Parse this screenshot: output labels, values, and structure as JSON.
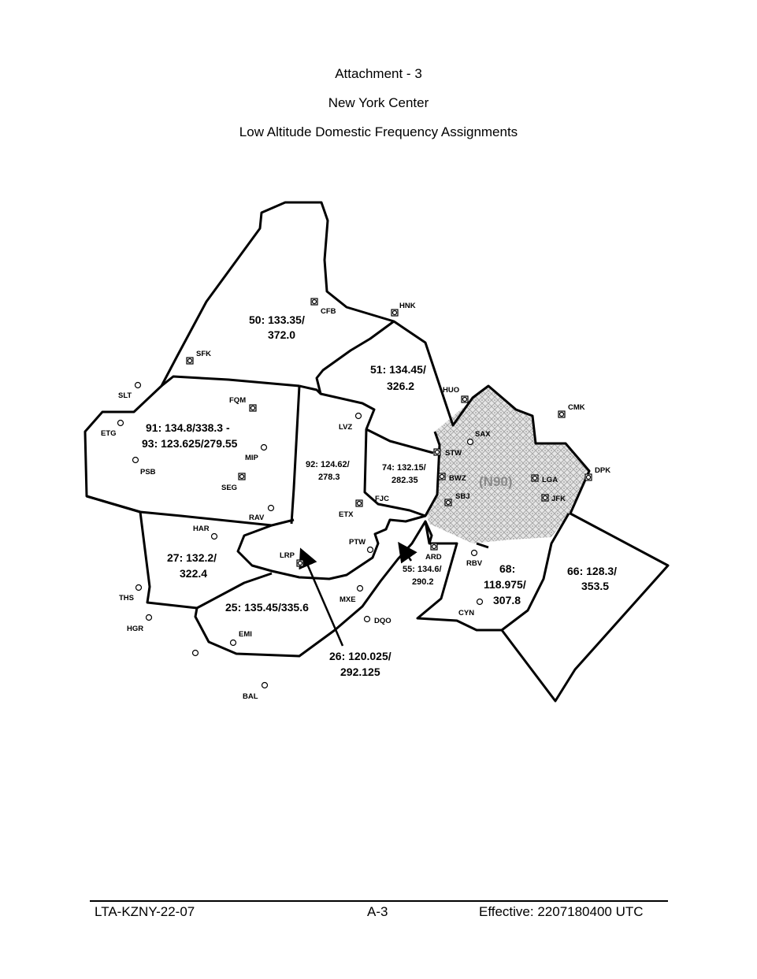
{
  "header": {
    "attachment": "Attachment - 3",
    "center": "New York Center",
    "subtitle": "Low Altitude Domestic Frequency Assignments"
  },
  "sectors": {
    "s50": {
      "line1": "50: 133.35/",
      "line2": "372.0"
    },
    "s51": {
      "line1": "51: 134.45/",
      "line2": "326.2"
    },
    "s91": {
      "line1": "91: 134.8/338.3 -",
      "line2": "93: 123.625/279.55"
    },
    "s92": {
      "line1": "92: 124.62/",
      "line2": "278.3"
    },
    "s74": {
      "line1": "74: 132.15/",
      "line2": "282.35"
    },
    "n90": {
      "label": "(N90)"
    },
    "s27": {
      "line1": "27: 132.2/",
      "line2": "322.4"
    },
    "s55": {
      "line1": "55: 134.6/",
      "line2": "290.2"
    },
    "s68": {
      "line1": "68:",
      "line2": "118.975/",
      "line3": "307.8"
    },
    "s66": {
      "line1": "66: 128.3/",
      "line2": "353.5"
    },
    "s25": {
      "line1": "25: 135.45/335.6"
    },
    "s26": {
      "line1": "26: 120.025/",
      "line2": "292.125"
    }
  },
  "fixes": {
    "cfb": "CFB",
    "hnk": "HNK",
    "sfk": "SFK",
    "slt": "SLT",
    "etg": "ETG",
    "fqm": "FQM",
    "psb": "PSB",
    "mip": "MIP",
    "seg": "SEG",
    "lvz": "LVZ",
    "huo": "HUO",
    "cmk": "CMK",
    "sax": "SAX",
    "stw": "STW",
    "bwz": "BWZ",
    "lga": "LGA",
    "dpk": "DPK",
    "sbj": "SBJ",
    "jfk": "JFK",
    "fjc": "FJC",
    "etx": "ETX",
    "rav": "RAV",
    "har": "HAR",
    "ptw": "PTW",
    "lrp": "LRP",
    "ard": "ARD",
    "rbv": "RBV",
    "ths": "THS",
    "hgr": "HGR",
    "mxe": "MXE",
    "dqo": "DQO",
    "cyn": "CYN",
    "emi": "EMI",
    "bal": "BAL"
  },
  "footer": {
    "doc_id": "LTA-KZNY-22-07",
    "page": "A-3",
    "effective": "Effective: 2207180400 UTC"
  }
}
